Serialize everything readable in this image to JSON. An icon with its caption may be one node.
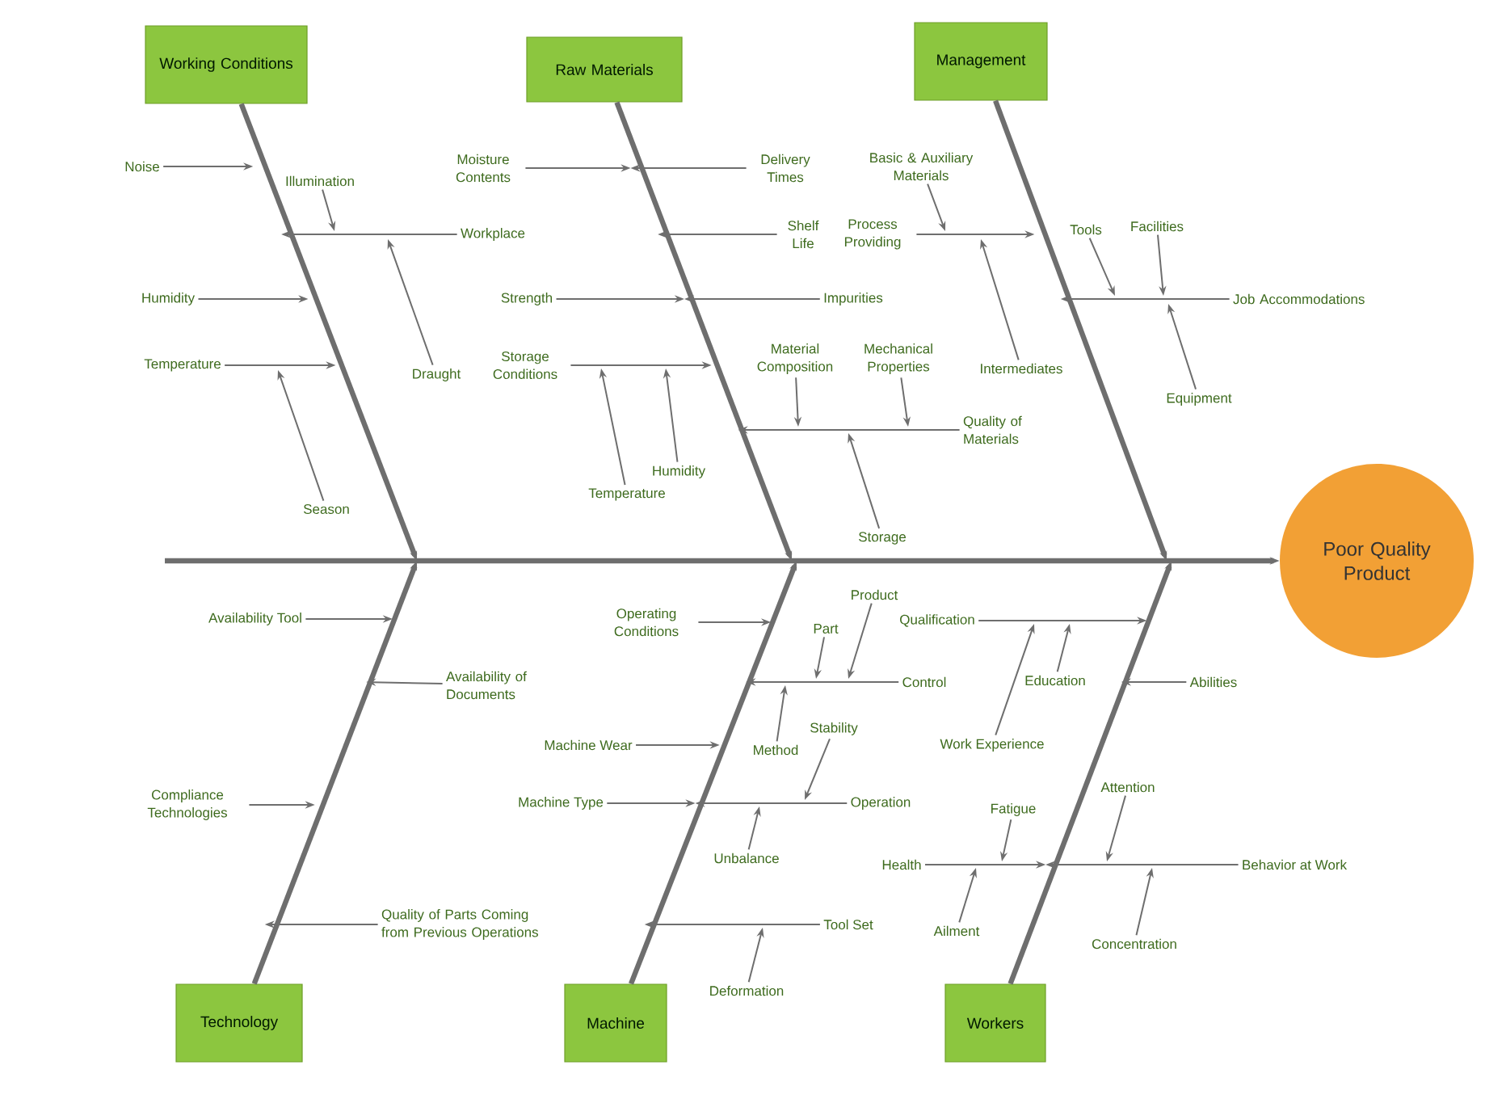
{
  "diagram": {
    "nodes": [
      {
        "text": [
          "Working Conditions"
        ]
      },
      {
        "text": [
          "Noise"
        ]
      },
      {
        "text": [
          "Illumination"
        ]
      },
      {
        "text": [
          "Workplace"
        ]
      },
      {
        "text": [
          "Draught"
        ]
      },
      {
        "text": [
          "Humidity"
        ]
      },
      {
        "text": [
          "Temperature"
        ]
      },
      {
        "text": [
          "Season"
        ]
      },
      {
        "text": [
          "Raw Materials"
        ]
      },
      {
        "text": [
          "Moisture Contents"
        ]
      },
      {
        "text": [
          "Delivery Times"
        ]
      },
      {
        "text": [
          "Shelf Life"
        ]
      },
      {
        "text": [
          "Strength"
        ]
      },
      {
        "text": [
          "Impurities"
        ]
      },
      {
        "text": [
          "Storage Conditions"
        ]
      },
      {
        "text": [
          "Humidity"
        ]
      },
      {
        "text": [
          "Temperature"
        ]
      },
      {
        "text": [
          "Material Composition"
        ]
      },
      {
        "text": [
          "Mechanical Properties"
        ]
      },
      {
        "text": [
          "Quality of Materials"
        ]
      },
      {
        "text": [
          "Storage"
        ]
      },
      {
        "text": [
          "Management"
        ]
      },
      {
        "text": [
          "Basic & Auxiliary Materials"
        ]
      },
      {
        "text": [
          "Process Providing"
        ]
      },
      {
        "text": [
          "Intermediates"
        ]
      },
      {
        "text": [
          "Tools"
        ]
      },
      {
        "text": [
          "Facilities"
        ]
      },
      {
        "text": [
          "Job Accommodations"
        ]
      },
      {
        "text": [
          "Equipment"
        ]
      },
      {
        "text": [
          "Poor Quality Product"
        ]
      },
      {
        "text": [
          "Technology"
        ]
      },
      {
        "text": [
          "Availability Tool"
        ]
      },
      {
        "text": [
          "Availability of Documents"
        ]
      },
      {
        "text": [
          "Compliance Technologies"
        ]
      },
      {
        "text": [
          "Quality of Parts Coming from Previous Operations"
        ]
      },
      {
        "text": [
          "Machine"
        ]
      },
      {
        "text": [
          "Operating Conditions"
        ]
      },
      {
        "text": [
          "Product"
        ]
      },
      {
        "text": [
          "Part"
        ]
      },
      {
        "text": [
          "Control"
        ]
      },
      {
        "text": [
          "Method"
        ]
      },
      {
        "text": [
          "Stability"
        ]
      },
      {
        "text": [
          "Machine Wear"
        ]
      },
      {
        "text": [
          "Machine Type"
        ]
      },
      {
        "text": [
          "Operation"
        ]
      },
      {
        "text": [
          "Unbalance"
        ]
      },
      {
        "text": [
          "Tool Set"
        ]
      },
      {
        "text": [
          "Deformation"
        ]
      },
      {
        "text": [
          "Workers"
        ]
      },
      {
        "text": [
          "Qualification"
        ]
      },
      {
        "text": [
          "Education"
        ]
      },
      {
        "text": [
          "Work Experience"
        ]
      },
      {
        "text": [
          "Abilities"
        ]
      },
      {
        "text": [
          "Attention"
        ]
      },
      {
        "text": [
          "Fatigue"
        ]
      },
      {
        "text": [
          "Health"
        ]
      },
      {
        "text": [
          "Behavior at Work"
        ]
      },
      {
        "text": [
          "Ailment"
        ]
      },
      {
        "text": [
          "Concentration"
        ]
      }
    ],
    "edges": [
      {
        "from": null,
        "to": 29,
        "arrow": "to",
        "style": "thick"
      },
      {
        "from": 0,
        "to": null,
        "arrow": "to",
        "style": "thick"
      },
      {
        "from": 1,
        "to": null,
        "arrow": "to"
      },
      {
        "from": 3,
        "to": null,
        "arrow": "to"
      },
      {
        "from": 2,
        "to": null,
        "arrow": "to"
      },
      {
        "from": 4,
        "to": null,
        "arrow": "to"
      },
      {
        "from": 5,
        "to": null,
        "arrow": "to"
      },
      {
        "from": 6,
        "to": null,
        "arrow": "to"
      },
      {
        "from": 7,
        "to": null,
        "arrow": "to"
      },
      {
        "from": 8,
        "to": null,
        "arrow": "to",
        "style": "thick"
      },
      {
        "from": 9,
        "to": null,
        "arrow": "to"
      },
      {
        "from": 10,
        "to": null,
        "arrow": "to"
      },
      {
        "from": 11,
        "to": null,
        "arrow": "to"
      },
      {
        "from": 12,
        "to": null,
        "arrow": "to"
      },
      {
        "from": 13,
        "to": null,
        "arrow": "to"
      },
      {
        "from": 14,
        "to": null,
        "arrow": "to"
      },
      {
        "from": 16,
        "to": null,
        "arrow": "to"
      },
      {
        "from": 15,
        "to": null,
        "arrow": "to"
      },
      {
        "from": 19,
        "to": null,
        "arrow": "to"
      },
      {
        "from": 17,
        "to": null,
        "arrow": "to"
      },
      {
        "from": 18,
        "to": null,
        "arrow": "to"
      },
      {
        "from": 20,
        "to": null,
        "arrow": "to"
      },
      {
        "from": 21,
        "to": null,
        "arrow": "to",
        "style": "thick"
      },
      {
        "from": 23,
        "to": null,
        "arrow": "to"
      },
      {
        "from": 22,
        "to": null,
        "arrow": "to"
      },
      {
        "from": 24,
        "to": null,
        "arrow": "to"
      },
      {
        "from": 27,
        "to": null,
        "arrow": "to"
      },
      {
        "from": 25,
        "to": null,
        "arrow": "to"
      },
      {
        "from": 26,
        "to": null,
        "arrow": "to"
      },
      {
        "from": 28,
        "to": null,
        "arrow": "to"
      },
      {
        "from": 30,
        "to": null,
        "arrow": "to",
        "style": "thick"
      },
      {
        "from": 31,
        "to": null,
        "arrow": "to"
      },
      {
        "from": 32,
        "to": null,
        "arrow": "to"
      },
      {
        "from": 33,
        "to": null,
        "arrow": "to"
      },
      {
        "from": 34,
        "to": null,
        "arrow": "to"
      },
      {
        "from": 35,
        "to": null,
        "arrow": "to",
        "style": "thick"
      },
      {
        "from": 36,
        "to": null,
        "arrow": "to"
      },
      {
        "from": 39,
        "to": null,
        "arrow": "to"
      },
      {
        "from": 37,
        "to": null,
        "arrow": "to"
      },
      {
        "from": 38,
        "to": null,
        "arrow": "to"
      },
      {
        "from": 40,
        "to": null,
        "arrow": "to"
      },
      {
        "from": 42,
        "to": null,
        "arrow": "to"
      },
      {
        "from": 43,
        "to": null,
        "arrow": "to"
      },
      {
        "from": 44,
        "to": null,
        "arrow": "to"
      },
      {
        "from": 41,
        "to": null,
        "arrow": "to"
      },
      {
        "from": 45,
        "to": null,
        "arrow": "to"
      },
      {
        "from": 46,
        "to": null,
        "arrow": "to"
      },
      {
        "from": 47,
        "to": null,
        "arrow": "to"
      },
      {
        "from": 48,
        "to": null,
        "arrow": "to",
        "style": "thick"
      },
      {
        "from": 49,
        "to": null,
        "arrow": "to"
      },
      {
        "from": 51,
        "to": null,
        "arrow": "to"
      },
      {
        "from": 50,
        "to": null,
        "arrow": "to"
      },
      {
        "from": 52,
        "to": null,
        "arrow": "to"
      },
      {
        "from": 55,
        "to": null,
        "arrow": "to"
      },
      {
        "from": 56,
        "to": null,
        "arrow": "to"
      },
      {
        "from": 54,
        "to": null,
        "arrow": "to"
      },
      {
        "from": 57,
        "to": null,
        "arrow": "to"
      },
      {
        "from": 53,
        "to": null,
        "arrow": "to"
      },
      {
        "from": 58,
        "to": null,
        "arrow": "to"
      }
    ]
  }
}
